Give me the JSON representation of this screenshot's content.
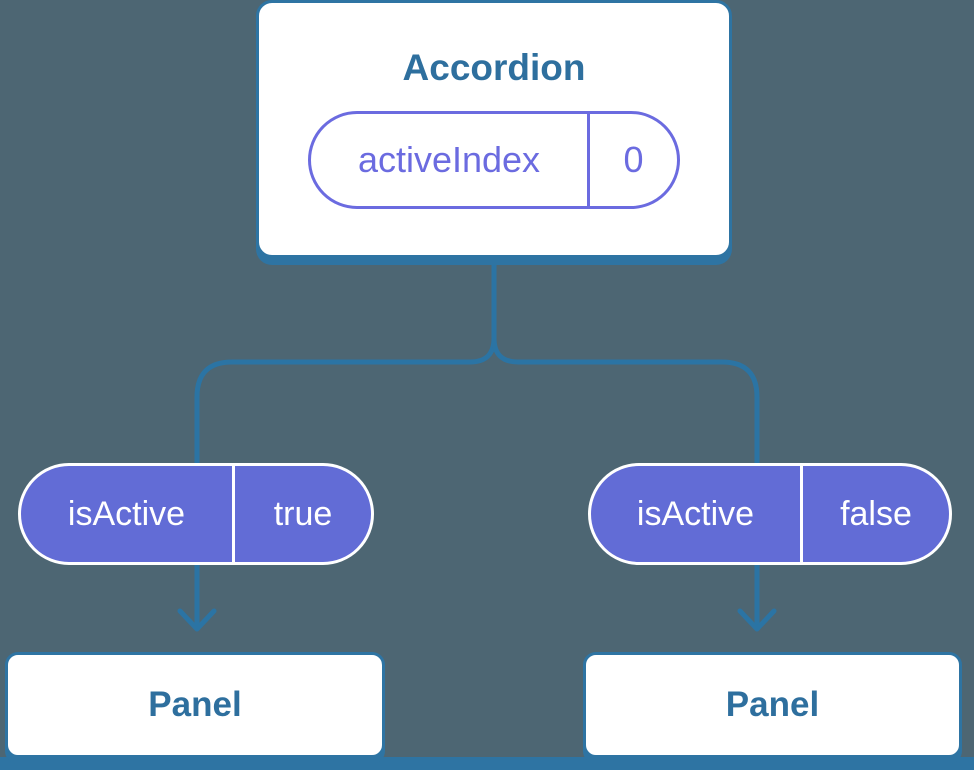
{
  "colors": {
    "background": "#4D6673",
    "line": "#2B74A4",
    "node_border": "#2E74A3",
    "node_bg": "#FFFFFF",
    "title_text": "#2E6F9E",
    "state_accent": "#6B6BE0",
    "prop_fill": "#626CD6",
    "prop_text": "#FFFFFF",
    "bottom_bar": "#2E74A3"
  },
  "root": {
    "title": "Accordion",
    "state": {
      "name": "activeIndex",
      "value": "0"
    }
  },
  "children": [
    {
      "title": "Panel",
      "prop": {
        "name": "isActive",
        "value": "true"
      }
    },
    {
      "title": "Panel",
      "prop": {
        "name": "isActive",
        "value": "false"
      }
    }
  ]
}
